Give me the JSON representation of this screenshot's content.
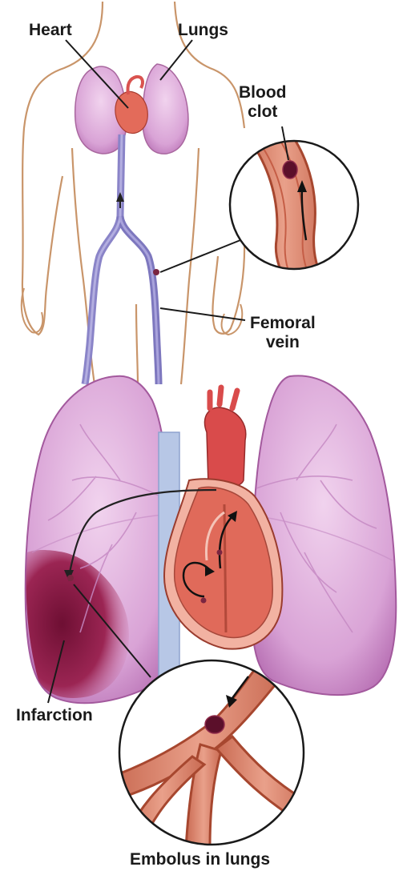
{
  "labels": {
    "heart": "Heart",
    "lungs": "Lungs",
    "blood_clot_line1": "Blood",
    "blood_clot_line2": "clot",
    "femoral_line1": "Femoral",
    "femoral_line2": "vein",
    "infarction": "Infarction",
    "embolus": "Embolus in lungs"
  },
  "colors": {
    "body_outline": "#c9956a",
    "lung_pink": "#d9a3d6",
    "lung_dark": "#b974b4",
    "infarct": "#8a1b45",
    "vein_blue": "#8a84c8",
    "artery_red": "#d9534f",
    "vessel_pink": "#e8a38c",
    "heart_red": "#d94b4b"
  }
}
